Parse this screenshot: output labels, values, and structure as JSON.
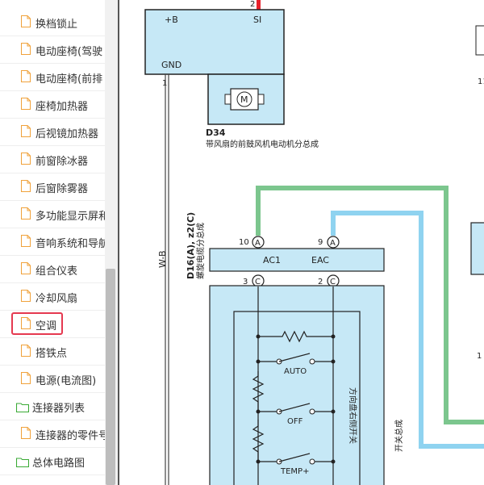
{
  "sidebar": {
    "items": [
      {
        "label": "换档锁止",
        "type": "file"
      },
      {
        "label": "电动座椅(驾驶",
        "type": "file"
      },
      {
        "label": "电动座椅(前排",
        "type": "file"
      },
      {
        "label": "座椅加热器",
        "type": "file"
      },
      {
        "label": "后视镜加热器",
        "type": "file"
      },
      {
        "label": "前窗除冰器",
        "type": "file"
      },
      {
        "label": "后窗除雾器",
        "type": "file"
      },
      {
        "label": "多功能显示屏和",
        "type": "file"
      },
      {
        "label": "音响系统和导航",
        "type": "file"
      },
      {
        "label": "组合仪表",
        "type": "file"
      },
      {
        "label": "冷却风扇",
        "type": "file"
      },
      {
        "label": "空调",
        "type": "file",
        "selected": true
      },
      {
        "label": "搭铁点",
        "type": "file"
      },
      {
        "label": "电源(电流图)",
        "type": "file"
      },
      {
        "label": "连接器列表",
        "type": "folder"
      },
      {
        "label": "连接器的零件号",
        "type": "file"
      },
      {
        "label": "总体电路图",
        "type": "folder"
      }
    ]
  },
  "diagram": {
    "top_box": {
      "pin_b": "+B",
      "pin_si": "SI",
      "pin_gnd": "GND",
      "pin_top_right": "2",
      "pin_bottom": "1"
    },
    "motor": {
      "symbol": "M",
      "code": "D34",
      "name": "带风扇的前鼓风机电动机分总成"
    },
    "wire_wb": "W-B",
    "switch_connector": {
      "code": "D16(A), z2(C)",
      "name": "螺旋电缆分总成",
      "pin_10": "10",
      "pin_10_letter": "A",
      "ac1": "AC1",
      "pin_9": "9",
      "pin_9_letter": "A",
      "eac": "EAC",
      "pin_3": "3",
      "pin_3_letter": "C",
      "pin_2": "2",
      "pin_2_letter": "C"
    },
    "switches": [
      "AUTO",
      "OFF",
      "TEMP+"
    ],
    "vertical_label_1": "方向盘右侧开关",
    "vertical_label_2": "开关总成",
    "right_pins": {
      "p11": "11",
      "p1": "1"
    },
    "colors": {
      "green_wire": "#7cc68e",
      "blue_wire": "#8fd3f0",
      "red_wire": "#e8202a",
      "box_fill": "#c6e8f6"
    }
  }
}
